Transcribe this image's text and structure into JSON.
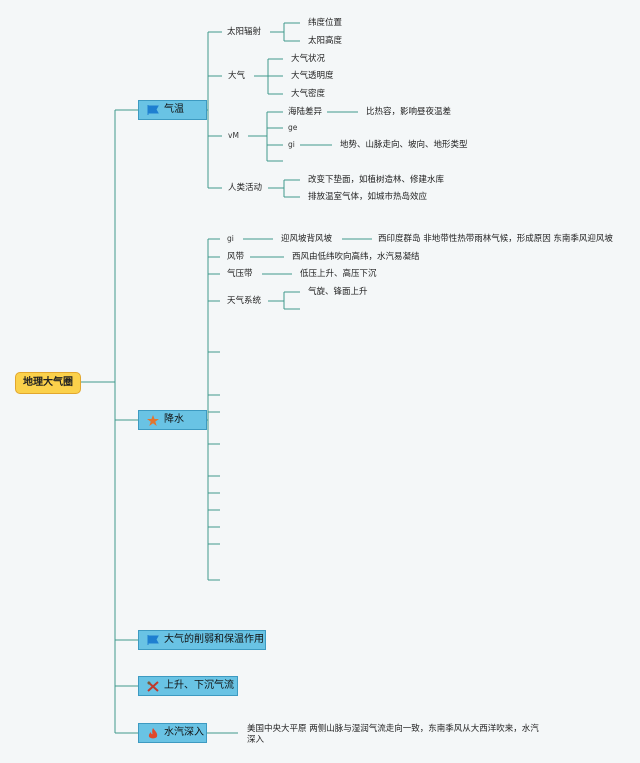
{
  "root": {
    "label": "地理大气圈"
  },
  "branches": [
    {
      "label": "气温",
      "icon": "flag-icon",
      "color": "#1e7fd0"
    },
    {
      "label": "降水",
      "icon": "star-icon",
      "color": "#e2742d"
    },
    {
      "label": "大气的削弱和保温作用",
      "icon": "flag-icon",
      "color": "#1e7fd0"
    },
    {
      "label": "上升、下沉气流",
      "icon": "tools-icon",
      "color": "#c0392b"
    },
    {
      "label": "水汽深入",
      "icon": "fire-icon",
      "color": "#e0492b"
    }
  ],
  "temperature": {
    "solar": {
      "label": "太阳辐射",
      "children": [
        "纬度位置",
        "太阳高度"
      ]
    },
    "atmosphere": {
      "label": "大气",
      "children": [
        "大气状况",
        "大气透明度",
        "大气密度"
      ]
    },
    "vm": {
      "label": "vM",
      "land_sea": {
        "label": "海陆差异",
        "detail": "比热容，影响昼夜温差"
      },
      "ge": "ge",
      "gi": {
        "label": "gi",
        "detail": "地势、山脉走向、坡向、地形类型"
      }
    },
    "human": {
      "label": "人类活动",
      "children": [
        "改变下垫面，如植树造林、修建水库",
        "排放温室气体，如城市热岛效应"
      ]
    }
  },
  "precipitation": {
    "gi": {
      "label": "gi",
      "windward": "迎风坡背风坡",
      "detail": "西印度群岛 非地带性热带雨林气候，形成原因 东南季风迎风坡"
    },
    "wind_belt": {
      "label": "风带",
      "detail": "西风由低纬吹向高纬，水汽易凝结"
    },
    "pressure_belt": {
      "label": "气压带",
      "detail": "低压上升、高压下沉"
    },
    "weather": {
      "label": "天气系统",
      "children": [
        "气旋、锋面上升"
      ]
    }
  },
  "vapor_note": "美国中央大平原 两侧山脉与湿润气流走向一致，东南季风从大西洋吹来，水汽深入"
}
